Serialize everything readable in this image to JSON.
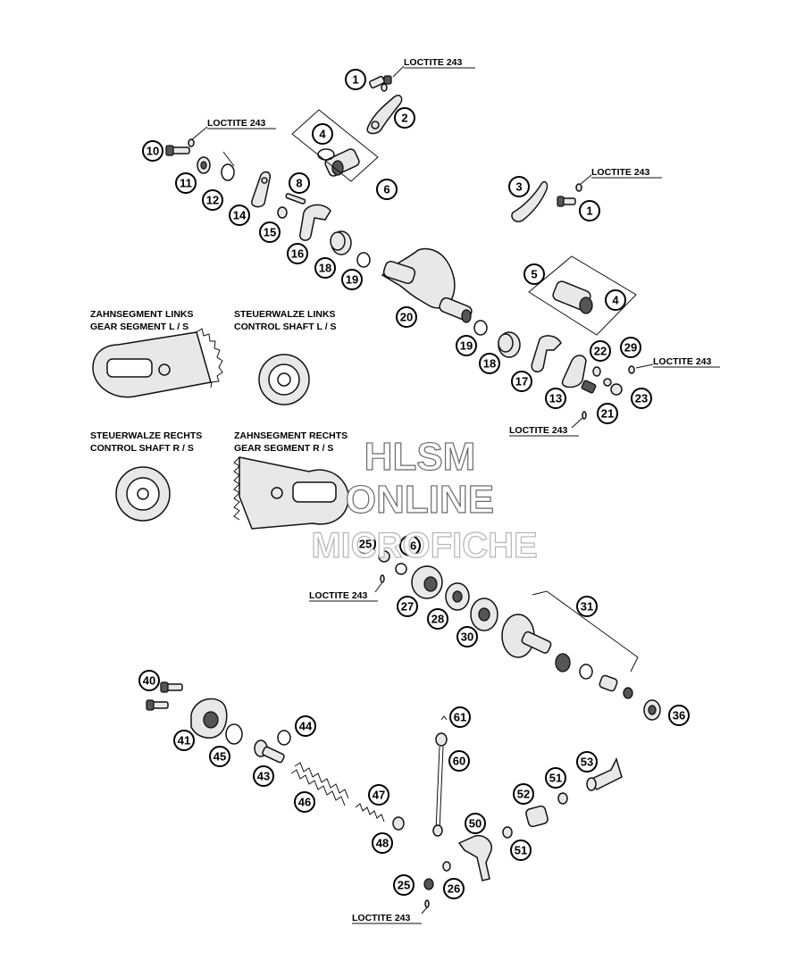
{
  "notes": {
    "loctite": "LOCTITE 243",
    "gear_segment_left_de": "ZAHNSEGMENT LINKS",
    "gear_segment_left_en": "GEAR SEGMENT L / S",
    "control_shaft_left_de": "STEUERWALZE LINKS",
    "control_shaft_left_en": "CONTROL SHAFT L / S",
    "control_shaft_right_de": "STEUERWALZE RECHTS",
    "control_shaft_right_en": "CONTROL SHAFT R / S",
    "gear_segment_right_de": "ZAHNSEGMENT RECHTS",
    "gear_segment_right_en": "GEAR SEGMENT R / S"
  },
  "watermark": {
    "line1": "HLSM",
    "line2": "ONLINE",
    "line3": "MICROFICHE"
  },
  "callouts": {
    "c1a": "1",
    "c2": "2",
    "c4a": "4",
    "c6": "6",
    "c10": "10",
    "c11": "11",
    "c12": "12",
    "c14": "14",
    "c8": "8",
    "c15": "15",
    "c16": "16",
    "c18a": "18",
    "c19a": "19",
    "c20": "20",
    "c3": "3",
    "c1b": "1",
    "c5": "5",
    "c4b": "4",
    "c19b": "19",
    "c18b": "18",
    "c17": "17",
    "c13": "13",
    "c22": "22",
    "c29": "29",
    "c23": "23",
    "c21": "21",
    "c25a": "25",
    "c26a": "26",
    "c27": "27",
    "c28": "28",
    "c30": "30",
    "c31": "31",
    "c36": "36",
    "c40": "40",
    "c41": "41",
    "c45": "45",
    "c44": "44",
    "c43": "43",
    "c46": "46",
    "c47": "47",
    "c48": "48",
    "c61": "61",
    "c60": "60",
    "c53": "53",
    "c51a": "51",
    "c52": "52",
    "c50": "50",
    "c51b": "51",
    "c25b": "25",
    "c26b": "26"
  }
}
